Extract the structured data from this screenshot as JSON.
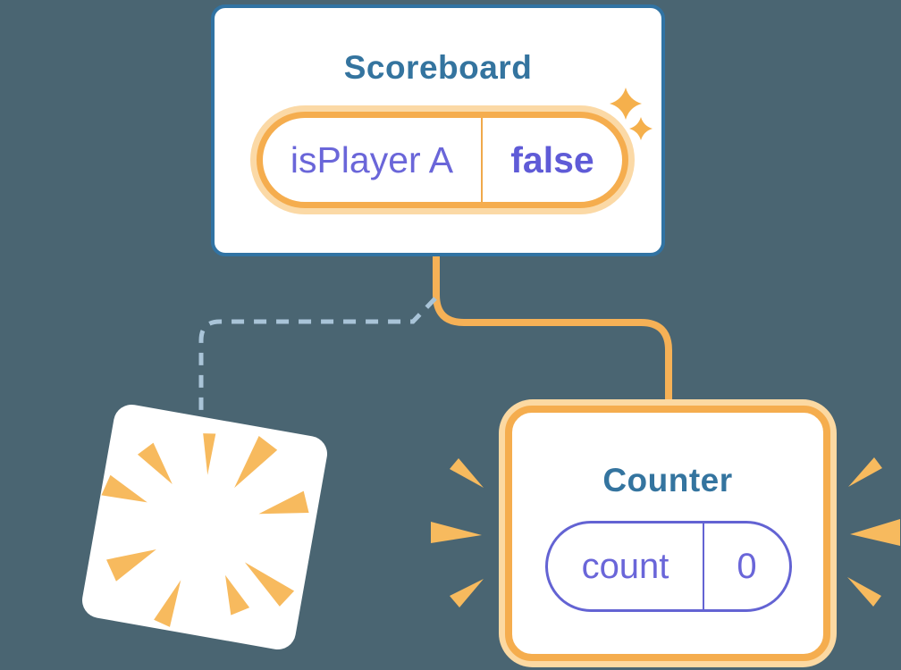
{
  "canvas": {
    "background_color": "#4a6572",
    "description": "React component tree diagram: Scoreboard keeps state, old Counter is destroyed (poof), new Counter mounts with fresh state"
  },
  "nodes": {
    "scoreboard": {
      "title": "Scoreboard",
      "state_label": "isPlayer A",
      "state_value": "false",
      "state_highlight": "orange-glow"
    },
    "counter": {
      "title": "Counter",
      "state_label": "count",
      "state_value": "0",
      "border_highlight": "orange-glow"
    },
    "destroyed_counter": {
      "icon": "poof-burst-icon"
    }
  },
  "connections": [
    {
      "from": "scoreboard",
      "to": "counter",
      "style": "solid",
      "color": "#f6b156"
    },
    {
      "from": "scoreboard",
      "to": "destroyed_counter",
      "style": "dashed",
      "color": "#a9c4d8"
    }
  ],
  "icons": {
    "sparkles": "sparkles-icon",
    "poof": "poof-burst-icon",
    "emphasis_left": "emphasis-rays-left-icon",
    "emphasis_right": "emphasis-rays-right-icon"
  },
  "colors": {
    "background": "#4a6572",
    "card_border_blue": "#3173a3",
    "title_text": "#34749f",
    "state_text_purple": "#6a66d9",
    "state_value_purple": "#5f5bd7",
    "highlight_orange": "#f5ad4e",
    "glow_orange": "#fcd9a2",
    "ray_orange": "#f7ba5e",
    "dashed_line_blue": "#a9c4d8",
    "card_background": "#ffffff"
  }
}
